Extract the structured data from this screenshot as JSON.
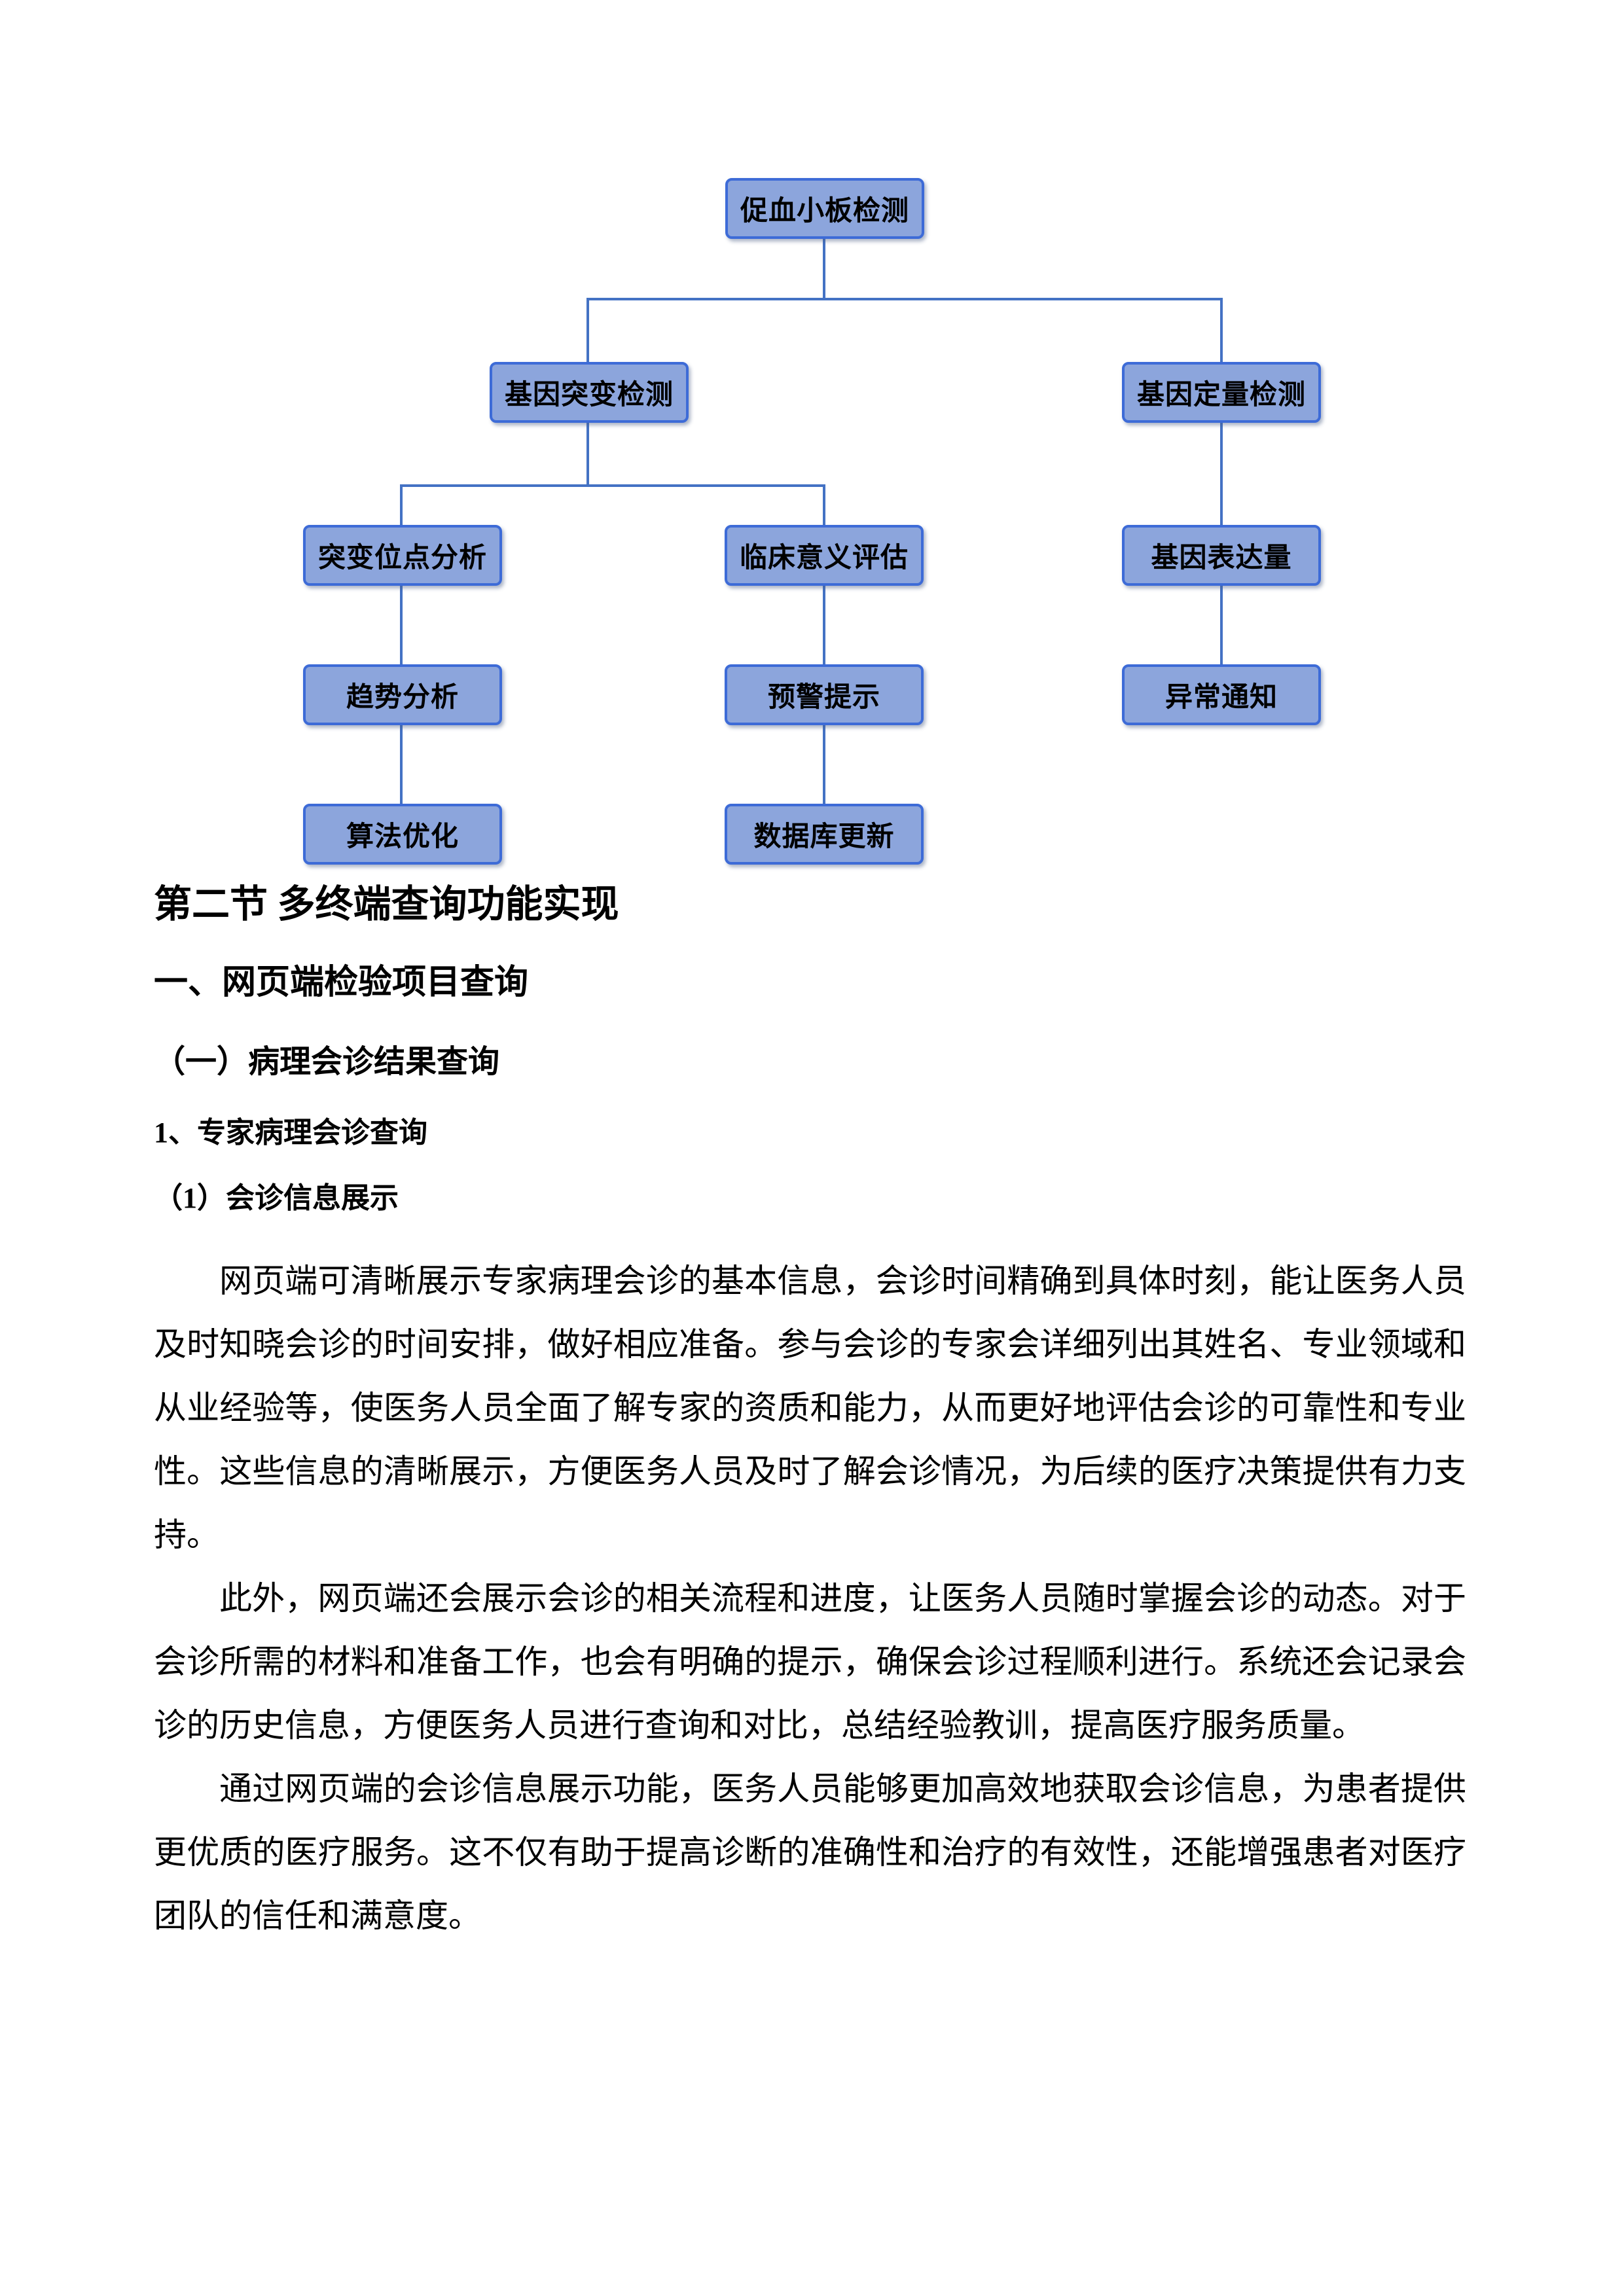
{
  "flowchart": {
    "nodes": {
      "root": "促血小板检测",
      "mutation": "基因突变检测",
      "quantitative": "基因定量检测",
      "site": "突变位点分析",
      "clinical": "临床意义评估",
      "expression": "基因表达量",
      "trend": "趋势分析",
      "warning": "预警提示",
      "abnormal": "异常通知",
      "algorithm": "算法优化",
      "database": "数据库更新"
    },
    "colors": {
      "node_fill": "#8CA5DC",
      "node_border": "#3D6BD7",
      "connector": "#4472C4",
      "node_text": "#000000"
    }
  },
  "document": {
    "headings": {
      "section": "第二节 多终端查询功能实现",
      "sub1": "一、网页端检验项目查询",
      "sub2": "（一）病理会诊结果查询",
      "sub3": "1、专家病理会诊查询",
      "sub4": "（1）会诊信息展示"
    },
    "paragraphs": {
      "p1": "网页端可清晰展示专家病理会诊的基本信息，会诊时间精确到具体时刻，能让医务人员及时知晓会诊的时间安排，做好相应准备。参与会诊的专家会详细列出其姓名、专业领域和从业经验等，使医务人员全面了解专家的资质和能力，从而更好地评估会诊的可靠性和专业性。这些信息的清晰展示，方便医务人员及时了解会诊情况，为后续的医疗决策提供有力支持。",
      "p2": "此外，网页端还会展示会诊的相关流程和进度，让医务人员随时掌握会诊的动态。对于会诊所需的材料和准备工作，也会有明确的提示，确保会诊过程顺利进行。系统还会记录会诊的历史信息，方便医务人员进行查询和对比，总结经验教训，提高医疗服务质量。",
      "p3": "通过网页端的会诊信息展示功能，医务人员能够更加高效地获取会诊信息，为患者提供更优质的医疗服务。这不仅有助于提高诊断的准确性和治疗的有效性，还能增强患者对医疗团队的信任和满意度。"
    }
  }
}
